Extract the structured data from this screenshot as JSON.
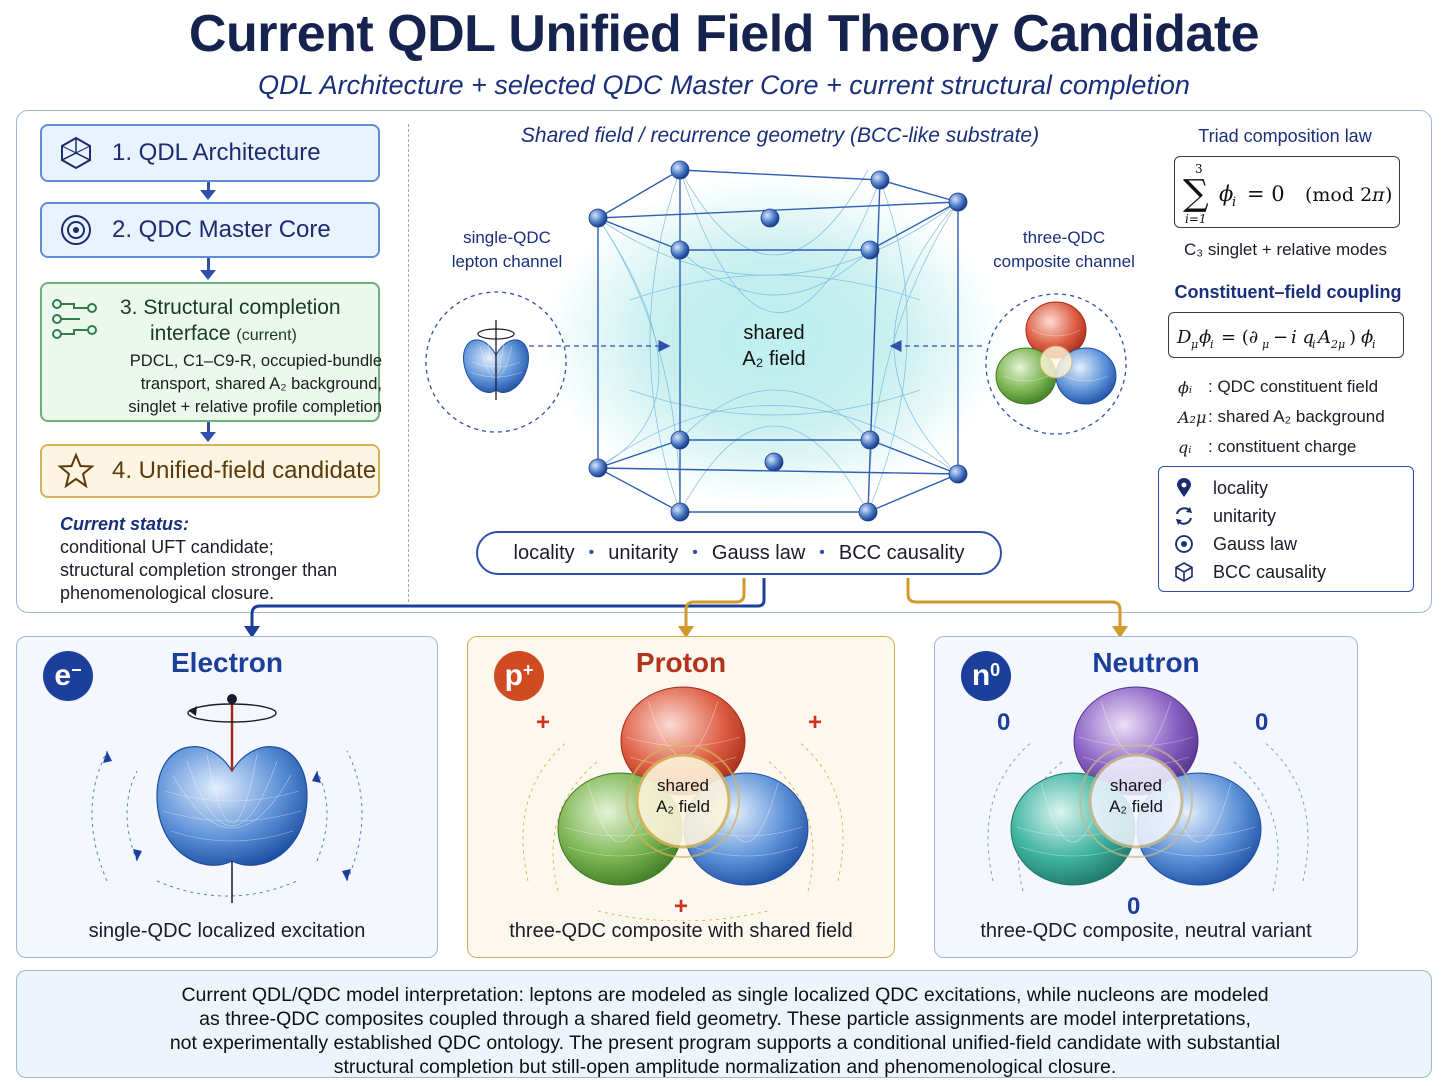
{
  "header": {
    "title": "Current QDL Unified Field Theory Candidate",
    "subtitle": "QDL Architecture + selected QDC Master Core + current structural completion"
  },
  "pipeline": {
    "step1": "1. QDL Architecture",
    "step2": "2. QDC Master Core",
    "step3_line1": "3.  Structural completion",
    "step3_line2": "interface",
    "step3_tag": "(current)",
    "step3_desc": [
      "PDCL, C1–C9-R, occupied-bundle",
      "transport, shared A₂ background,",
      "singlet + relative profile completion"
    ],
    "step4": "4. Unified-field candidate",
    "status_head": "Current status:",
    "status_lines": [
      "conditional UFT candidate;",
      "structural completion stronger than",
      "phenomenological closure."
    ]
  },
  "geometry": {
    "heading": "Shared field / recurrence geometry (BCC-like substrate)",
    "left_label": [
      "single-QDC",
      "lepton channel"
    ],
    "right_label": [
      "three-QDC",
      "composite channel"
    ],
    "center_label": [
      "shared",
      "A₂ field"
    ],
    "constraints": [
      "locality",
      "unitarity",
      "Gauss law",
      "BCC causality"
    ]
  },
  "math_panel": {
    "triad_head": "Triad composition law",
    "triad_note": "C₃ singlet + relative modes",
    "coupling_head": "Constituent–field coupling",
    "defs": [
      {
        "sym": "ϕᵢ",
        "text": ": QDC constituent field"
      },
      {
        "sym": "A₂μ",
        "text": ": shared A₂ background"
      },
      {
        "sym": "qᵢ",
        "text": ": constituent charge"
      }
    ],
    "legend": [
      {
        "icon": "location-pin-icon",
        "label": "locality"
      },
      {
        "icon": "cycle-arrows-icon",
        "label": "unitarity"
      },
      {
        "icon": "target-icon",
        "label": "Gauss law"
      },
      {
        "icon": "cube-icon",
        "label": "BCC causality"
      }
    ]
  },
  "particles": {
    "electron": {
      "badge": "e",
      "badge_sup": "−",
      "title": "Electron",
      "caption": "single-QDC localized excitation",
      "color": "#1d3f9c"
    },
    "proton": {
      "badge": "p",
      "badge_sup": "+",
      "title": "Proton",
      "caption": "three-QDC composite with shared field",
      "field": [
        "shared",
        "A₂ field"
      ],
      "charge_sign": "+",
      "color": "#b3331c"
    },
    "neutron": {
      "badge": "n",
      "badge_sup": "0",
      "title": "Neutron",
      "caption": "three-QDC composite, neutral variant",
      "field": [
        "shared",
        "A₂ field"
      ],
      "charge_sign": "0",
      "color": "#1d3f9c"
    }
  },
  "footer": {
    "lines": [
      "Current QDL/QDC model interpretation: leptons are modeled as single localized QDC excitations, while nucleons are modeled",
      "as three-QDC composites coupled through a shared field geometry. These particle assignments are model interpretations,",
      "not experimentally established QDC ontology. The present program supports a conditional unified-field candidate with substantial",
      "structural completion but still-open amplitude normalization and phenomenological closure."
    ]
  }
}
